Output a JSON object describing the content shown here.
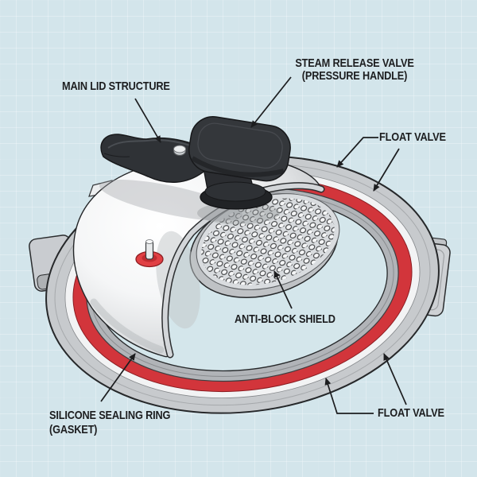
{
  "labels": {
    "main_lid": "MAIN LID STRUCTURE",
    "steam_valve_line1": "STEAM RELEASE VALVE",
    "steam_valve_line2": "(PRESSURE HANDLE)",
    "float_valve_top": "FLOAT VALVE",
    "anti_block_shield": "ANTI-BLOCK SHIELD",
    "sealing_ring_line1": "SILICONE SEALING RING",
    "sealing_ring_line2": "(GASKET)",
    "float_valve_bottom": "FLOAT VALVE"
  },
  "colors": {
    "background": "#d3e5eb",
    "label_text": "#1c1d1f",
    "leader_line": "#1c1d1f",
    "rim_gray": "#c7cacd",
    "rim_white_band": "#f2f3f4",
    "sealing_ring_red": "#d2353b",
    "inner_wall_gray": "#b1b4b8",
    "lid_white": "#f4f5f6",
    "handle_dark": "#2f3236",
    "float_valve_red": "#e14044",
    "shield_gray": "#d9dcdf"
  }
}
